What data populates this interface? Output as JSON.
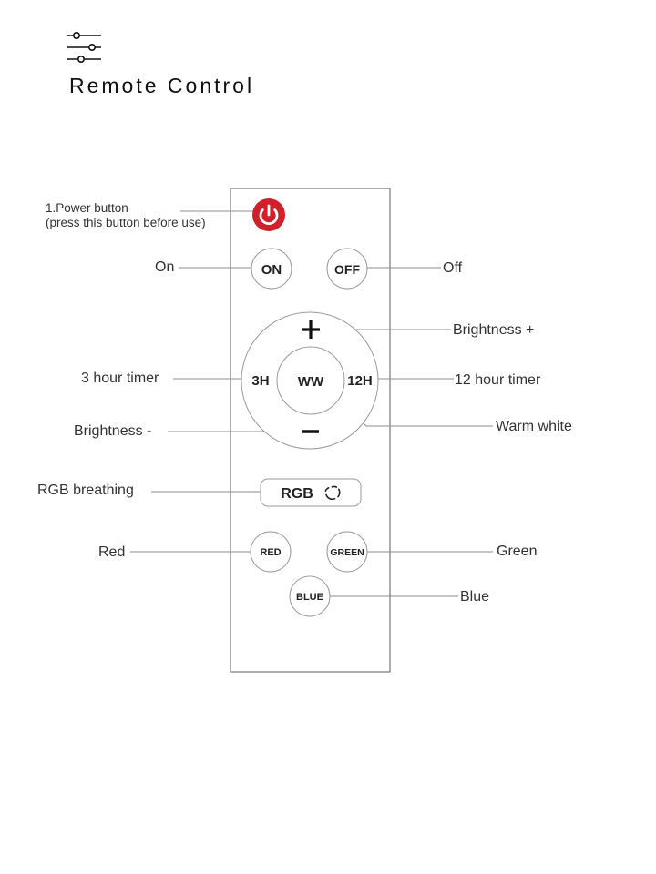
{
  "header": {
    "icon": "sliders-icon",
    "title": "Remote Control"
  },
  "remote": {
    "power_color": "#d0202a",
    "buttons": {
      "on": "ON",
      "off": "OFF",
      "plus": "+",
      "minus": "-",
      "timer_3h": "3H",
      "timer_12h": "12H",
      "ww": "WW",
      "rgb": "RGB",
      "red": "RED",
      "green": "GREEN",
      "blue": "BLUE"
    }
  },
  "callouts": {
    "power_line1": "1.Power button",
    "power_line2": "(press this button before use)",
    "on": "On",
    "off": "Off",
    "brightness_plus": "Brightness +",
    "timer_3h": "3 hour timer",
    "timer_12h": "12 hour timer",
    "brightness_minus": "Brightness -",
    "warm_white": "Warm white",
    "rgb_breathing": "RGB breathing",
    "red": "Red",
    "green": "Green",
    "blue": "Blue"
  }
}
